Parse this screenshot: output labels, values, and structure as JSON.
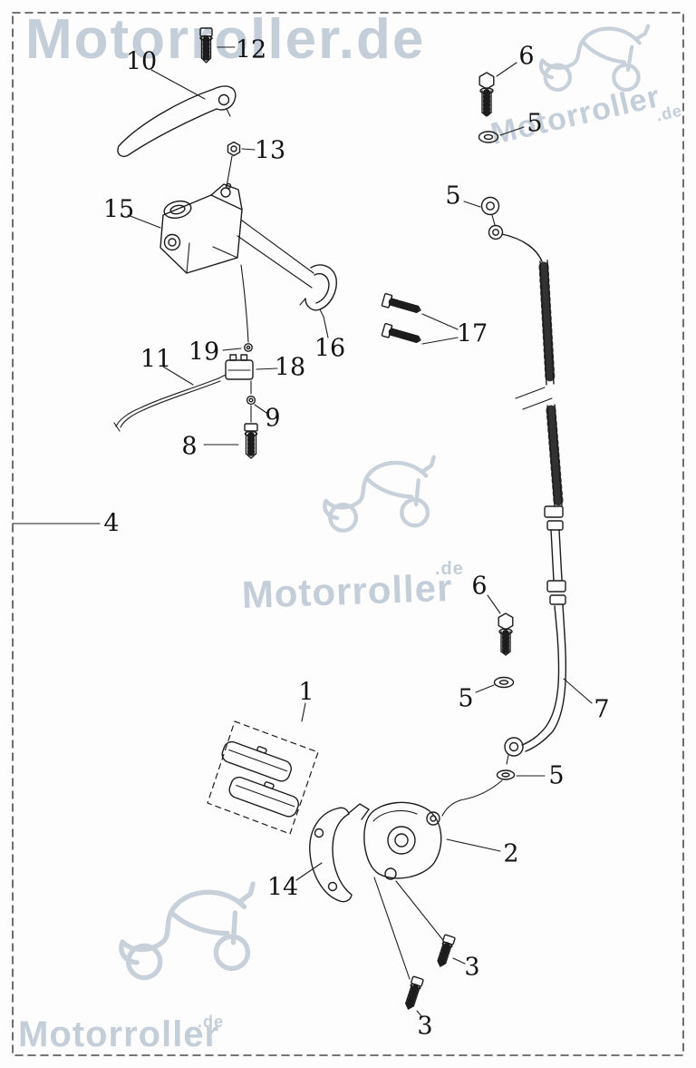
{
  "watermarks": {
    "header": "Motorroller.de",
    "brand": "Motorroller",
    "domain_suffix": ".de"
  },
  "callouts": [
    {
      "label": "10"
    },
    {
      "label": "12"
    },
    {
      "label": "13"
    },
    {
      "label": "15"
    },
    {
      "label": "6"
    },
    {
      "label": "5"
    },
    {
      "label": "5"
    },
    {
      "label": "17"
    },
    {
      "label": "16"
    },
    {
      "label": "19"
    },
    {
      "label": "18"
    },
    {
      "label": "11"
    },
    {
      "label": "9"
    },
    {
      "label": "8"
    },
    {
      "label": "4"
    },
    {
      "label": "6"
    },
    {
      "label": "5"
    },
    {
      "label": "7"
    },
    {
      "label": "1"
    },
    {
      "label": "5"
    },
    {
      "label": "2"
    },
    {
      "label": "14"
    },
    {
      "label": "3"
    },
    {
      "label": "3"
    }
  ],
  "colors": {
    "line": "#1c1c1c",
    "watermark": "#b7c3cf"
  }
}
